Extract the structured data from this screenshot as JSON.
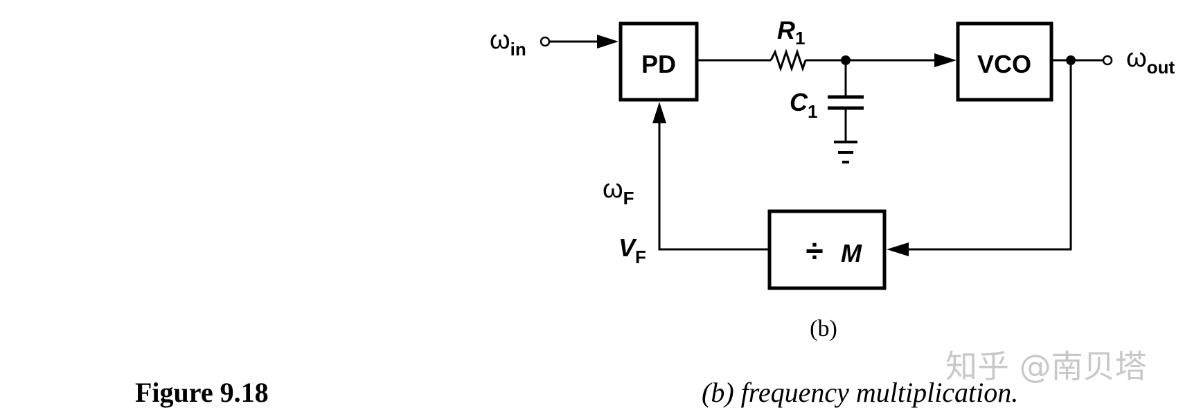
{
  "diagram": {
    "blocks": {
      "pd": "PD",
      "vco": "VCO",
      "divider_symbol": "÷",
      "divider_var": "M"
    },
    "signals": {
      "input": {
        "sym": "ω",
        "sub": "in"
      },
      "output": {
        "sym": "ω",
        "sub": "out"
      },
      "feedback_freq": {
        "sym": "ω",
        "sub": "F"
      },
      "feedback_volt": {
        "sym": "V",
        "sub": "F"
      }
    },
    "components": {
      "resistor": {
        "sym": "R",
        "sub": "1"
      },
      "capacitor": {
        "sym": "C",
        "sub": "1"
      }
    },
    "panel_label": "(b)"
  },
  "caption": {
    "figure_number": "Figure 9.18",
    "text": "(b) frequency multiplication."
  },
  "watermark": "知乎 @南贝塔"
}
